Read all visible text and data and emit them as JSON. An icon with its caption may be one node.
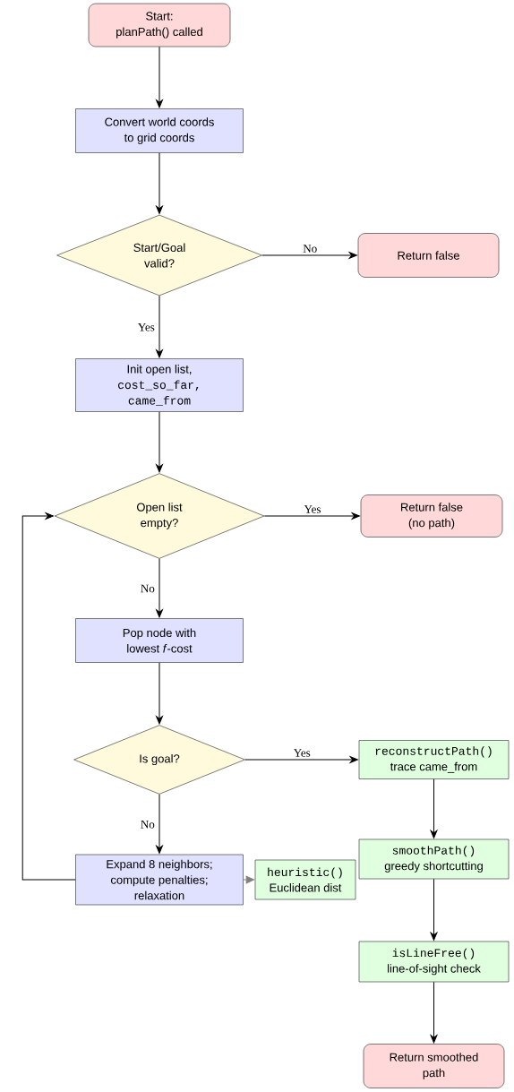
{
  "diagram": {
    "nodes": [
      {
        "text": [
          "Start:",
          "planPath() called"
        ]
      },
      {
        "text": [
          "Convert world coords to grid coords"
        ]
      },
      {
        "text": [
          "Start/Goal valid?"
        ]
      },
      {
        "text": [
          "Return false"
        ]
      },
      {
        "text": [
          "Init open list,",
          "cost_so_far, came_from"
        ]
      },
      {
        "text": [
          "Open list empty?"
        ]
      },
      {
        "text": [
          "Return false (no path)"
        ]
      },
      {
        "text": [
          "Pop node with lowest *f*-cost"
        ]
      },
      {
        "text": [
          "Is goal?"
        ]
      },
      {
        "text": [
          "reconstructPath()",
          "trace came_from"
        ]
      },
      {
        "text": [
          "Expand 8 neighbors; compute penalties; relaxation"
        ]
      },
      {
        "text": [
          "heuristic()",
          "Euclidean dist"
        ]
      },
      {
        "text": [
          "smoothPath()",
          "greedy shortcutting"
        ]
      },
      {
        "text": [
          "isLineFree()",
          "line-of-sight check"
        ]
      },
      {
        "text": [
          "Return smoothed path"
        ]
      }
    ],
    "edges": [
      {
        "from": 0,
        "to": 1,
        "arrow": "to"
      },
      {
        "from": 1,
        "to": 2,
        "arrow": "to"
      },
      {
        "from": 2,
        "to": 3,
        "arrow": "to",
        "label": "No"
      },
      {
        "from": 2,
        "to": 4,
        "arrow": "to",
        "label": "Yes"
      },
      {
        "from": 4,
        "to": 5,
        "arrow": "to"
      },
      {
        "from": 5,
        "to": 6,
        "arrow": "to",
        "label": "Yes"
      },
      {
        "from": 5,
        "to": 7,
        "arrow": "to",
        "label": "No"
      },
      {
        "from": 7,
        "to": 8,
        "arrow": "to"
      },
      {
        "from": 8,
        "to": 9,
        "arrow": "to",
        "label": "Yes"
      },
      {
        "from": 8,
        "to": 10,
        "arrow": "to",
        "label": "No"
      },
      {
        "from": 10,
        "to": 5,
        "arrow": "to"
      },
      {
        "from": 10,
        "to": 11,
        "arrow": "to",
        "color": "#808080"
      },
      {
        "from": 9,
        "to": 12,
        "arrow": "to"
      },
      {
        "from": 12,
        "to": 13,
        "arrow": "to"
      },
      {
        "from": 13,
        "to": 14,
        "arrow": "to"
      }
    ]
  }
}
